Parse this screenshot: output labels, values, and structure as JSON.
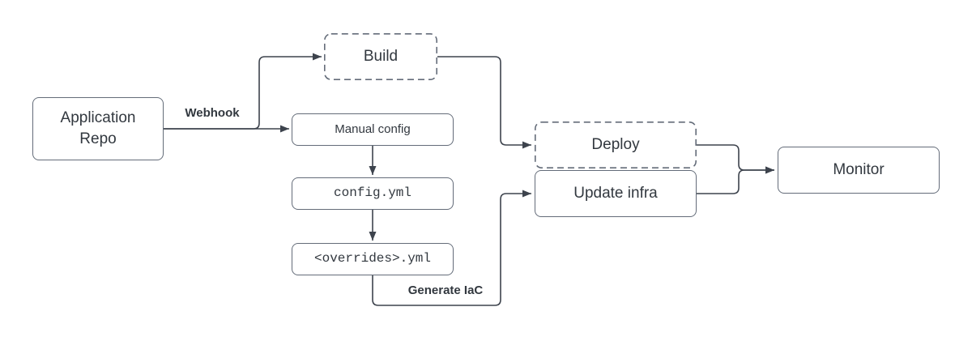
{
  "colors": {
    "background": "#ffffff",
    "box_border": "#646c79",
    "text": "#32383f",
    "connector": "#3d434d"
  },
  "nodes": {
    "application_repo": {
      "label": "Application Repo",
      "border": "solid"
    },
    "build": {
      "label": "Build",
      "border": "dashed"
    },
    "manual_config": {
      "label": "Manual config",
      "border": "solid"
    },
    "config_yml": {
      "label": "config.yml",
      "border": "solid"
    },
    "overrides_yml": {
      "label": "<overrides>.yml",
      "border": "solid"
    },
    "deploy": {
      "label": "Deploy",
      "border": "dashed"
    },
    "update_infra": {
      "label": "Update infra",
      "border": "solid"
    },
    "monitor": {
      "label": "Monitor",
      "border": "solid"
    }
  },
  "edge_labels": {
    "webhook": {
      "label": "Webhook"
    },
    "generate_iac": {
      "label": "Generate IaC"
    }
  },
  "edges": [
    {
      "from": "application_repo",
      "to": "build",
      "label": "Webhook"
    },
    {
      "from": "application_repo",
      "to": "manual_config",
      "label": "Webhook"
    },
    {
      "from": "manual_config",
      "to": "config_yml",
      "label": ""
    },
    {
      "from": "config_yml",
      "to": "overrides_yml",
      "label": ""
    },
    {
      "from": "overrides_yml",
      "to": "update_infra",
      "label": "Generate IaC"
    },
    {
      "from": "build",
      "to": "deploy",
      "label": ""
    },
    {
      "from": "deploy",
      "to": "monitor",
      "label": ""
    },
    {
      "from": "update_infra",
      "to": "monitor",
      "label": ""
    }
  ]
}
